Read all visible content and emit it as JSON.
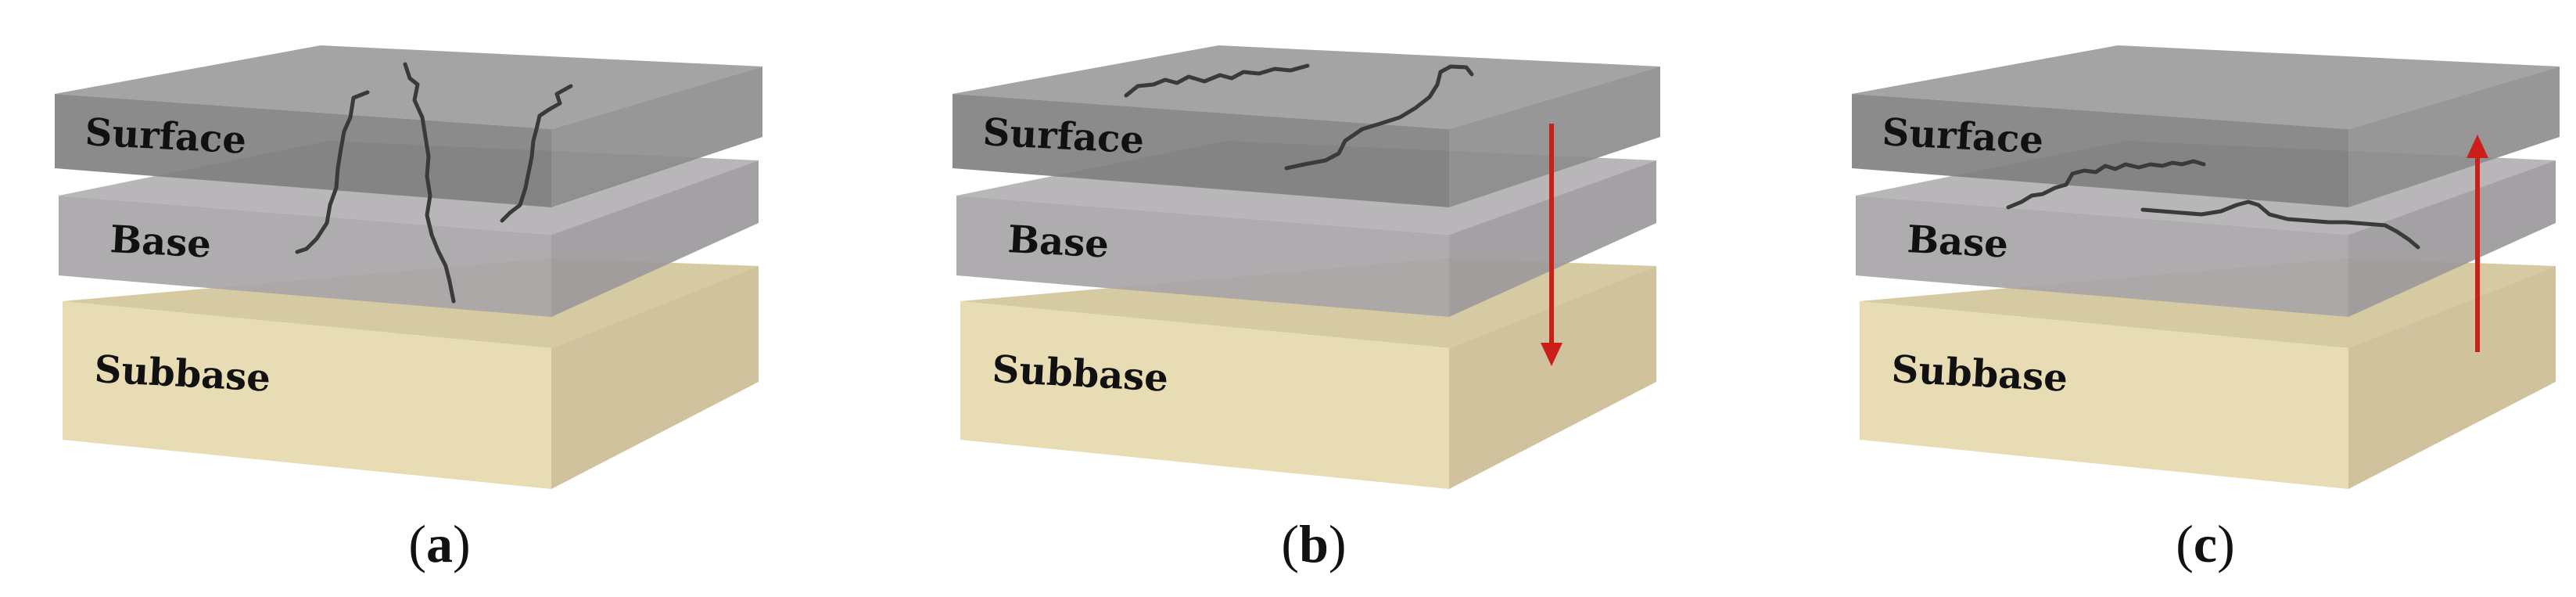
{
  "colors": {
    "surface_top": "#9a9a9b",
    "surface_front": "#7e7e80",
    "surface_side": "#8c8c8d",
    "base_top": "#b3b0b3",
    "base_front": "#a8a5a8",
    "base_side": "#9c999c",
    "subbase_top": "#d6caa2",
    "subbase_front": "#e8dcb4",
    "subbase_side": "#cfc29c",
    "crack": "#3a3a3a",
    "arrow": "#cc1f1a"
  },
  "layers": {
    "surface": "Surface",
    "base": "Base",
    "subbase": "Subbase"
  },
  "panels": [
    {
      "id": "a",
      "caption_open": "(",
      "caption_letter": "a",
      "caption_close": ")",
      "crack_type": "vertical",
      "arrow": "none"
    },
    {
      "id": "b",
      "caption_open": "(",
      "caption_letter": "b",
      "caption_close": ")",
      "crack_type": "top-down",
      "arrow": "down"
    },
    {
      "id": "c",
      "caption_open": "(",
      "caption_letter": "c",
      "caption_close": ")",
      "crack_type": "bottom-up",
      "arrow": "up"
    }
  ]
}
